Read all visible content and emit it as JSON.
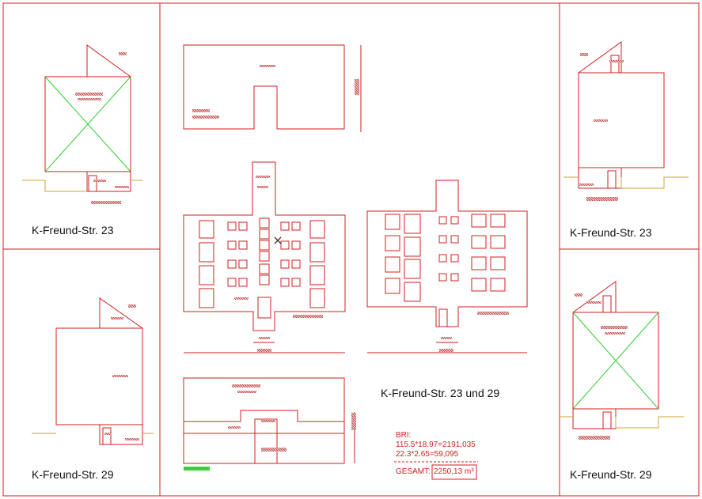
{
  "labels": {
    "tl": "K-Freund-Str. 23",
    "bl": "K-Freund-Str. 29",
    "tr": "K-Freund-Str. 23",
    "br": "K-Freund-Str. 29",
    "center": "K-Freund-Str. 23 und 29"
  },
  "calc": {
    "title": "BRI:",
    "line1": "115.5*18.97=2191,035",
    "line2": "22.3*2.65=59,095",
    "total_label": "GESAMT:",
    "total_value": "2250,13 m³"
  },
  "colors": {
    "line": "#d21f1f",
    "diagonal": "#2ecc2e",
    "ground": "#c8a832",
    "hatch": "#b03030"
  }
}
